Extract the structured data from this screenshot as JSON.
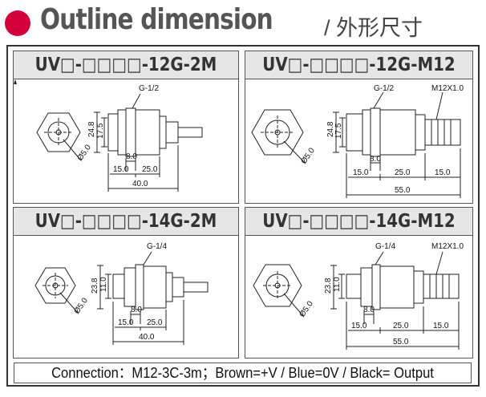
{
  "header": {
    "title": "Outline dimension",
    "subtitle": "/ 外形尺寸",
    "accent_color": "#d4003b"
  },
  "panels": [
    {
      "model": "UV□-□□□□-12G-2M",
      "thread": "G-1/2",
      "dia": "Ø5.0",
      "h_outer": "24.8",
      "h_inner": "17.5",
      "d_small": "8.0",
      "d_a": "15.0",
      "d_b": "25.0",
      "total": "40.0"
    },
    {
      "model": "UV□-□□□□-12G-M12",
      "thread": "G-1/2",
      "connector": "M12X1.0",
      "dia": "Ø5.0",
      "h_outer": "24.8",
      "h_inner": "17.5",
      "d_small": "8.0",
      "d_a": "15.0",
      "d_b": "25.0",
      "d_c": "15.0",
      "total": "55.0"
    },
    {
      "model": "UV□-□□□□-14G-2M",
      "thread": "G-1/4",
      "dia": "Ø5.0",
      "h_outer": "23.8",
      "h_inner": "11.0",
      "d_small": "8.0",
      "d_a": "15.0",
      "d_b": "25.0",
      "total": "40.0"
    },
    {
      "model": "UV□-□□□□-14G-M12",
      "thread": "G-1/4",
      "connector": "M12X1.0",
      "dia": "Ø5.0",
      "h_outer": "23.8",
      "h_inner": "11.0",
      "d_small": "8.0",
      "d_a": "15.0",
      "d_b": "25.0",
      "d_c": "15.0",
      "total": "55.0"
    }
  ],
  "connection": "Connection：M12-3C-3m；Brown=+V / Blue=0V / Black= Output"
}
